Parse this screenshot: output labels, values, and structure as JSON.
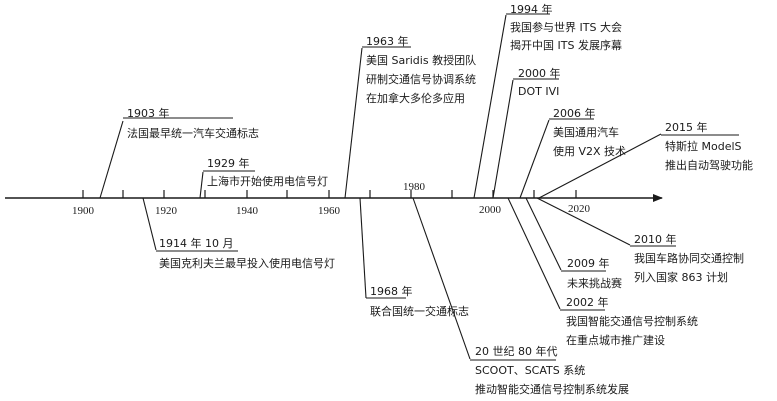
{
  "axis": {
    "ticks": [
      "1900",
      "1920",
      "1940",
      "1960",
      "1980",
      "2000",
      "2020"
    ]
  },
  "events": [
    {
      "id": "e1903",
      "lines": [
        "1903 年",
        "法国最早统一汽车交通标志"
      ]
    },
    {
      "id": "e1914",
      "lines": [
        "1914 年 10 月",
        "美国克利夫兰最早投入使用电信号灯"
      ]
    },
    {
      "id": "e1929",
      "lines": [
        "1929 年",
        "上海市开始使用电信号灯"
      ]
    },
    {
      "id": "e1963",
      "lines": [
        "1963 年",
        "美国 Saridis 教授团队",
        "研制交通信号协调系统",
        "在加拿大多伦多应用"
      ]
    },
    {
      "id": "e1968",
      "lines": [
        "1968 年",
        "联合国统一交通标志"
      ]
    },
    {
      "id": "e1980s",
      "lines": [
        "20 世纪 80 年代",
        "SCOOT、SCATS 系统",
        "推动智能交通信号控制系统发展"
      ]
    },
    {
      "id": "e1994",
      "lines": [
        "1994 年",
        "我国参与世界 ITS 大会",
        "揭开中国 ITS 发展序幕"
      ]
    },
    {
      "id": "e2000",
      "lines": [
        "2000 年",
        "DOT IVI"
      ]
    },
    {
      "id": "e2002",
      "lines": [
        "2002 年",
        "我国智能交通信号控制系统",
        "在重点城市推广建设"
      ]
    },
    {
      "id": "e2006",
      "lines": [
        "2006 年",
        "美国通用汽车",
        "使用 V2X 技术"
      ]
    },
    {
      "id": "e2009",
      "lines": [
        "2009 年",
        "未来挑战赛"
      ]
    },
    {
      "id": "e2010",
      "lines": [
        "2010 年",
        "我国车路协同交通控制",
        "列入国家 863 计划"
      ]
    },
    {
      "id": "e2015",
      "lines": [
        "2015 年",
        "特斯拉 ModelS",
        "推出自动驾驶功能"
      ]
    }
  ]
}
